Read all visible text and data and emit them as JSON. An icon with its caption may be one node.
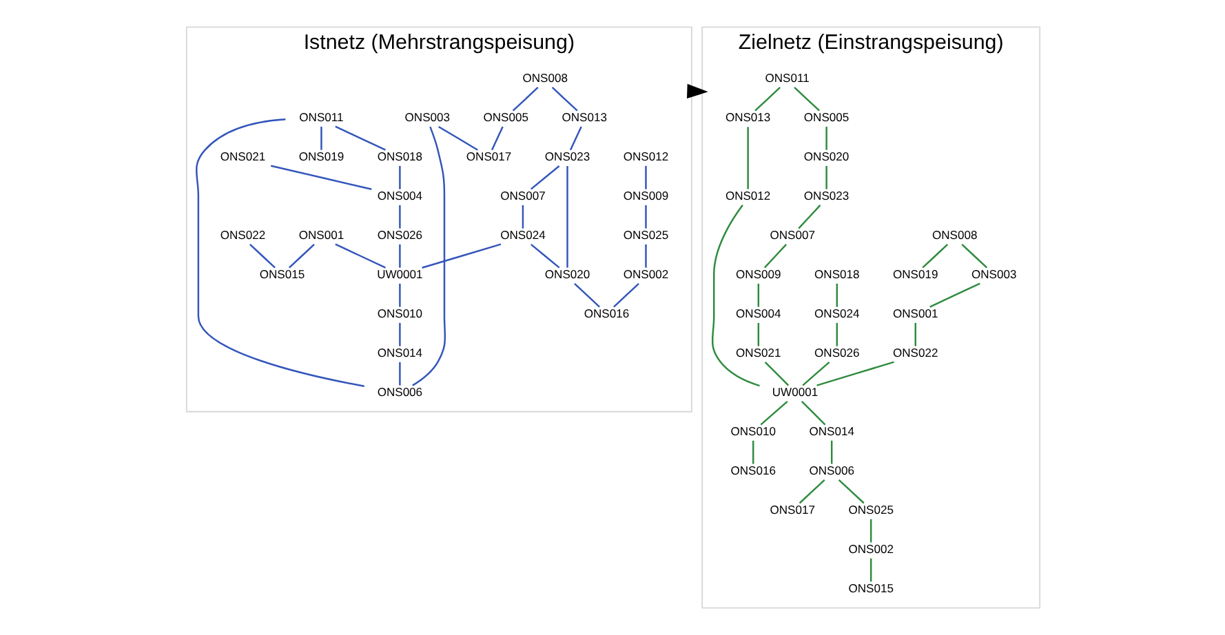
{
  "diagram": {
    "nodes": [
      {
        "text": [
          "Istnetz (Mehrstrangspeisung)"
        ]
      },
      {
        "text": [
          "Zielnetz (Einstrangspeisung)"
        ]
      },
      {
        "text": [
          "ONS008"
        ],
        "in": 0
      },
      {
        "text": [
          "ONS013"
        ],
        "in": 0
      },
      {
        "text": [
          "ONS019"
        ],
        "in": 0
      },
      {
        "text": [
          "ONS018"
        ],
        "in": 0
      },
      {
        "text": [
          "ONS012"
        ],
        "in": 0
      },
      {
        "text": [
          "ONS011"
        ],
        "in": 0
      },
      {
        "text": [
          "ONS026"
        ],
        "in": 0
      },
      {
        "text": [
          "ONS003"
        ],
        "in": 0
      },
      {
        "text": [
          "ONS021"
        ],
        "in": 0
      },
      {
        "text": [
          "ONS024"
        ],
        "in": 0
      },
      {
        "text": [
          "ONS022"
        ],
        "in": 0
      },
      {
        "text": [
          "UW0001"
        ],
        "in": 0
      },
      {
        "text": [
          "ONS001"
        ],
        "in": 0
      },
      {
        "text": [
          "ONS005"
        ],
        "in": 0
      },
      {
        "text": [
          "ONS004"
        ],
        "in": 0
      },
      {
        "text": [
          "ONS010"
        ],
        "in": 0
      },
      {
        "text": [
          "ONS014"
        ],
        "in": 0
      },
      {
        "text": [
          "ONS020"
        ],
        "in": 0
      },
      {
        "text": [
          "ONS009"
        ],
        "in": 0
      },
      {
        "text": [
          "ONS016"
        ],
        "in": 0
      },
      {
        "text": [
          "ONS015"
        ],
        "in": 0
      },
      {
        "text": [
          "ONS002"
        ],
        "in": 0
      },
      {
        "text": [
          "ONS023"
        ],
        "in": 0
      },
      {
        "text": [
          "ONS007"
        ],
        "in": 0
      },
      {
        "text": [
          "ONS006"
        ],
        "in": 0
      },
      {
        "text": [
          "ONS017"
        ],
        "in": 0
      },
      {
        "text": [
          "ONS025"
        ],
        "in": 0
      },
      {
        "text": [
          "ONS008"
        ],
        "in": 1
      },
      {
        "text": [
          "ONS013"
        ],
        "in": 1
      },
      {
        "text": [
          "ONS019"
        ],
        "in": 1
      },
      {
        "text": [
          "ONS018"
        ],
        "in": 1
      },
      {
        "text": [
          "ONS012"
        ],
        "in": 1
      },
      {
        "text": [
          "ONS011"
        ],
        "in": 1
      },
      {
        "text": [
          "ONS026"
        ],
        "in": 1
      },
      {
        "text": [
          "ONS003"
        ],
        "in": 1
      },
      {
        "text": [
          "ONS021"
        ],
        "in": 1
      },
      {
        "text": [
          "ONS024"
        ],
        "in": 1
      },
      {
        "text": [
          "ONS022"
        ],
        "in": 1
      },
      {
        "text": [
          "UW0001"
        ],
        "in": 1
      },
      {
        "text": [
          "ONS001"
        ],
        "in": 1
      },
      {
        "text": [
          "ONS005"
        ],
        "in": 1
      },
      {
        "text": [
          "ONS004"
        ],
        "in": 1
      },
      {
        "text": [
          "ONS010"
        ],
        "in": 1
      },
      {
        "text": [
          "ONS014"
        ],
        "in": 1
      },
      {
        "text": [
          "ONS020"
        ],
        "in": 1
      },
      {
        "text": [
          "ONS009"
        ],
        "in": 1
      },
      {
        "text": [
          "ONS016"
        ],
        "in": 1
      },
      {
        "text": [
          "ONS015"
        ],
        "in": 1
      },
      {
        "text": [
          "ONS002"
        ],
        "in": 1
      },
      {
        "text": [
          "ONS023"
        ],
        "in": 1
      },
      {
        "text": [
          "ONS007"
        ],
        "in": 1
      },
      {
        "text": [
          "ONS006"
        ],
        "in": 1
      },
      {
        "text": [
          "ONS017"
        ],
        "in": 1
      },
      {
        "text": [
          "ONS025"
        ],
        "in": 1
      }
    ],
    "edges": [
      {
        "from": 0,
        "to": 1,
        "arrow": "to",
        "style": "thick",
        "color": "#000000"
      },
      {
        "from": 2,
        "to": 3,
        "arrow": "none",
        "color": "#3355bb"
      },
      {
        "from": 3,
        "to": 24,
        "arrow": "none",
        "color": "#3355bb"
      },
      {
        "from": 2,
        "to": 15,
        "arrow": "none",
        "color": "#3355bb"
      },
      {
        "from": 7,
        "to": 4,
        "arrow": "none",
        "color": "#3355bb"
      },
      {
        "from": 7,
        "to": 5,
        "arrow": "none",
        "color": "#3355bb"
      },
      {
        "from": 5,
        "to": 16,
        "arrow": "none",
        "color": "#3355bb"
      },
      {
        "from": 7,
        "to": 26,
        "arrow": "none",
        "color": "#3355bb"
      },
      {
        "from": 6,
        "to": 20,
        "arrow": "none",
        "color": "#3355bb"
      },
      {
        "from": 10,
        "to": 16,
        "arrow": "none",
        "color": "#3355bb"
      },
      {
        "from": 16,
        "to": 8,
        "arrow": "none",
        "color": "#3355bb"
      },
      {
        "from": 8,
        "to": 13,
        "arrow": "none",
        "color": "#3355bb"
      },
      {
        "from": 11,
        "to": 13,
        "arrow": "none",
        "color": "#3355bb"
      },
      {
        "from": 11,
        "to": 19,
        "arrow": "none",
        "color": "#3355bb"
      },
      {
        "from": 9,
        "to": 26,
        "arrow": "none",
        "color": "#3355bb"
      },
      {
        "from": 9,
        "to": 27,
        "arrow": "none",
        "color": "#3355bb"
      },
      {
        "from": 12,
        "to": 22,
        "arrow": "none",
        "color": "#3355bb"
      },
      {
        "from": 14,
        "to": 22,
        "arrow": "none",
        "color": "#3355bb"
      },
      {
        "from": 14,
        "to": 13,
        "arrow": "none",
        "color": "#3355bb"
      },
      {
        "from": 13,
        "to": 17,
        "arrow": "none",
        "color": "#3355bb"
      },
      {
        "from": 17,
        "to": 18,
        "arrow": "none",
        "color": "#3355bb"
      },
      {
        "from": 18,
        "to": 26,
        "arrow": "none",
        "color": "#3355bb"
      },
      {
        "from": 19,
        "to": 21,
        "arrow": "none",
        "color": "#3355bb"
      },
      {
        "from": 19,
        "to": 24,
        "arrow": "none",
        "color": "#3355bb"
      },
      {
        "from": 24,
        "to": 25,
        "arrow": "none",
        "color": "#3355bb"
      },
      {
        "from": 25,
        "to": 11,
        "arrow": "none",
        "color": "#3355bb"
      },
      {
        "from": 20,
        "to": 28,
        "arrow": "none",
        "color": "#3355bb"
      },
      {
        "from": 28,
        "to": 23,
        "arrow": "none",
        "color": "#3355bb"
      },
      {
        "from": 23,
        "to": 21,
        "arrow": "none",
        "color": "#3355bb"
      },
      {
        "from": 15,
        "to": 27,
        "arrow": "none",
        "color": "#3355bb"
      },
      {
        "from": 34,
        "to": 30,
        "arrow": "none",
        "color": "#2e8b3e"
      },
      {
        "from": 30,
        "to": 33,
        "arrow": "none",
        "color": "#2e8b3e"
      },
      {
        "from": 33,
        "to": 40,
        "arrow": "none",
        "color": "#2e8b3e"
      },
      {
        "from": 34,
        "to": 42,
        "arrow": "none",
        "color": "#2e8b3e"
      },
      {
        "from": 42,
        "to": 46,
        "arrow": "none",
        "color": "#2e8b3e"
      },
      {
        "from": 46,
        "to": 51,
        "arrow": "none",
        "color": "#2e8b3e"
      },
      {
        "from": 51,
        "to": 52,
        "arrow": "none",
        "color": "#2e8b3e"
      },
      {
        "from": 52,
        "to": 47,
        "arrow": "none",
        "color": "#2e8b3e"
      },
      {
        "from": 47,
        "to": 43,
        "arrow": "none",
        "color": "#2e8b3e"
      },
      {
        "from": 43,
        "to": 37,
        "arrow": "none",
        "color": "#2e8b3e"
      },
      {
        "from": 37,
        "to": 40,
        "arrow": "none",
        "color": "#2e8b3e"
      },
      {
        "from": 29,
        "to": 31,
        "arrow": "none",
        "color": "#2e8b3e"
      },
      {
        "from": 32,
        "to": 38,
        "arrow": "none",
        "color": "#2e8b3e"
      },
      {
        "from": 38,
        "to": 35,
        "arrow": "none",
        "color": "#2e8b3e"
      },
      {
        "from": 35,
        "to": 40,
        "arrow": "none",
        "color": "#2e8b3e"
      },
      {
        "from": 29,
        "to": 36,
        "arrow": "none",
        "color": "#2e8b3e"
      },
      {
        "from": 36,
        "to": 41,
        "arrow": "none",
        "color": "#2e8b3e"
      },
      {
        "from": 41,
        "to": 39,
        "arrow": "none",
        "color": "#2e8b3e"
      },
      {
        "from": 39,
        "to": 40,
        "arrow": "none",
        "color": "#2e8b3e"
      },
      {
        "from": 40,
        "to": 44,
        "arrow": "none",
        "color": "#2e8b3e"
      },
      {
        "from": 40,
        "to": 45,
        "arrow": "none",
        "color": "#2e8b3e"
      },
      {
        "from": 44,
        "to": 48,
        "arrow": "none",
        "color": "#2e8b3e"
      },
      {
        "from": 45,
        "to": 53,
        "arrow": "none",
        "color": "#2e8b3e"
      },
      {
        "from": 53,
        "to": 54,
        "arrow": "none",
        "color": "#2e8b3e"
      },
      {
        "from": 53,
        "to": 55,
        "arrow": "none",
        "color": "#2e8b3e"
      },
      {
        "from": 55,
        "to": 50,
        "arrow": "none",
        "color": "#2e8b3e"
      },
      {
        "from": 50,
        "to": 49,
        "arrow": "none",
        "color": "#2e8b3e"
      }
    ]
  }
}
